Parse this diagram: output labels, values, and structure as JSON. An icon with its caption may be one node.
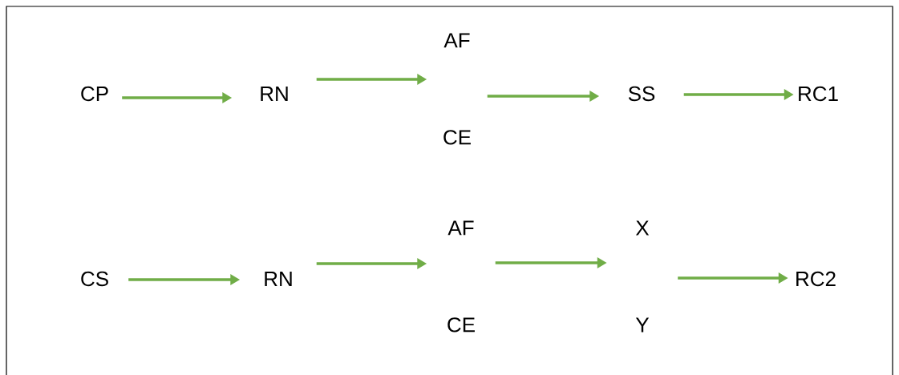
{
  "diagram": {
    "nodes": [
      {
        "text": [
          "CP"
        ]
      },
      {
        "text": [
          "RN"
        ]
      },
      {
        "text": [
          "AF",
          "CE"
        ]
      },
      {
        "text": [
          "SS"
        ]
      },
      {
        "text": [
          "RC1"
        ]
      },
      {
        "text": [
          "CS"
        ]
      },
      {
        "text": [
          "RN"
        ]
      },
      {
        "text": [
          "AF",
          "CE"
        ]
      },
      {
        "text": [
          "X",
          "Y"
        ]
      },
      {
        "text": [
          "RC2"
        ]
      }
    ],
    "edges": [
      {
        "from": 0,
        "to": 1,
        "arrow": "to"
      },
      {
        "from": 1,
        "to": 2,
        "arrow": "to"
      },
      {
        "from": 2,
        "to": 3,
        "arrow": "to"
      },
      {
        "from": 3,
        "to": 4,
        "arrow": "to"
      },
      {
        "from": 5,
        "to": 6,
        "arrow": "to"
      },
      {
        "from": 6,
        "to": 7,
        "arrow": "to"
      },
      {
        "from": 7,
        "to": 8,
        "arrow": "to"
      },
      {
        "from": 8,
        "to": 9,
        "arrow": "to"
      }
    ]
  }
}
